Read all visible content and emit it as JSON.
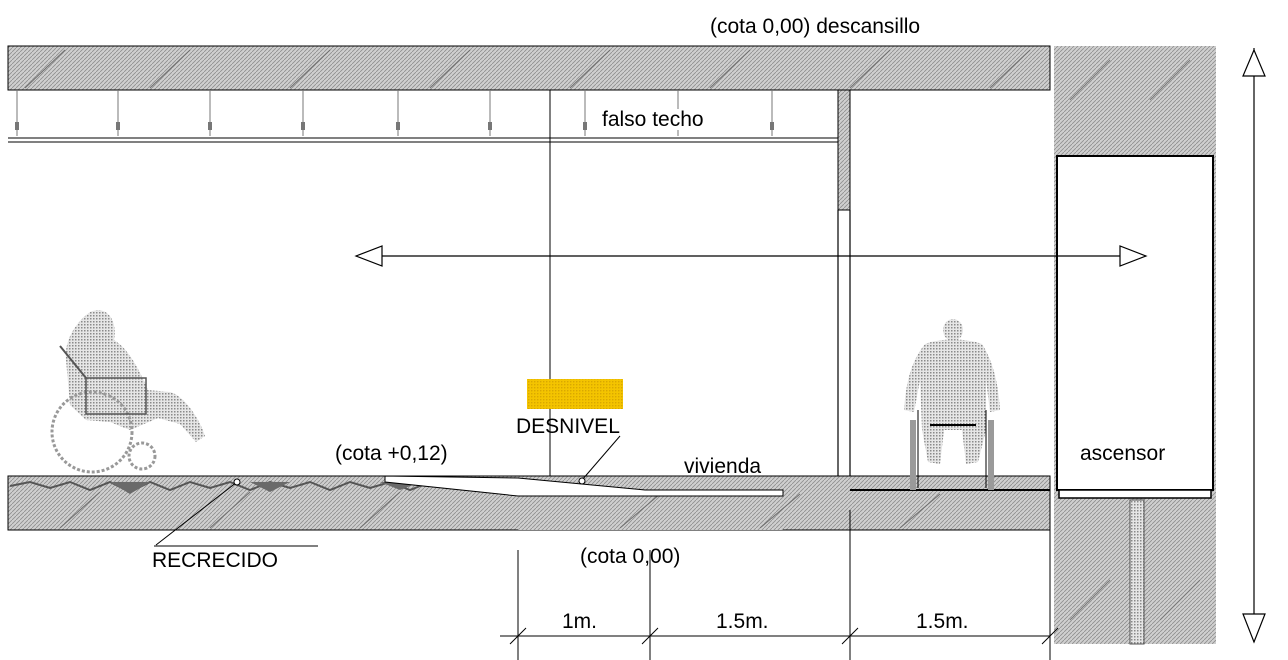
{
  "labels": {
    "landing_level": "(cota 0,00) descansillo",
    "false_ceiling": "falso techo",
    "raised_level": "(cota +0,12)",
    "level_change": "DESNIVEL",
    "dwelling": "vivienda",
    "elevator": "ascensor",
    "screed": "RECRECIDO",
    "zero_level": "(cota 0,00)"
  },
  "dimensions": [
    "1m.",
    "1.5m.",
    "1.5m."
  ],
  "colors": {
    "hatch": "#b8b8b8",
    "figure": "#c4c4c4",
    "tactile_strip": "#f2c200",
    "lines": "#000000"
  }
}
